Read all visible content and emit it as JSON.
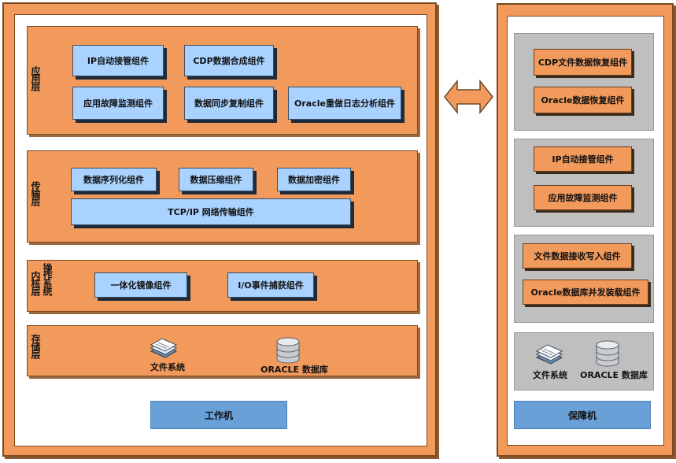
{
  "work_machine": {
    "label": "工作机",
    "layers": {
      "application": {
        "label": "应用层",
        "components": [
          "IP自动接管组件",
          "CDP数据合成组件",
          "应用故障监测组件",
          "数据同步复制组件",
          "Oracle重做日志分析组件"
        ]
      },
      "transport": {
        "label": "传输层",
        "components": [
          "数据序列化组件",
          "数据压缩组件",
          "数据加密组件",
          "TCP/IP 网络传输组件"
        ]
      },
      "kernel": {
        "label": "内核层",
        "sublabel": "操作系统",
        "components": [
          "一体化镜像组件",
          "I/O事件捕获组件"
        ]
      },
      "storage": {
        "label": "存储层",
        "items": [
          "文件系统",
          "ORACLE 数据库"
        ]
      }
    }
  },
  "backup_machine": {
    "label": "保障机",
    "group1": [
      "CDP文件数据恢复组件",
      "Oracle数据恢复组件"
    ],
    "group2": [
      "IP自动接管组件",
      "应用故障监测组件"
    ],
    "group3": [
      "文件数据接收写入组件",
      "Oracle数据库并发装载组件"
    ],
    "storage": [
      "文件系统",
      "ORACLE 数据库"
    ]
  },
  "icons": {
    "filesystem": "file-stack-icon",
    "database": "database-cylinder-icon",
    "link": "double-arrow-icon"
  }
}
